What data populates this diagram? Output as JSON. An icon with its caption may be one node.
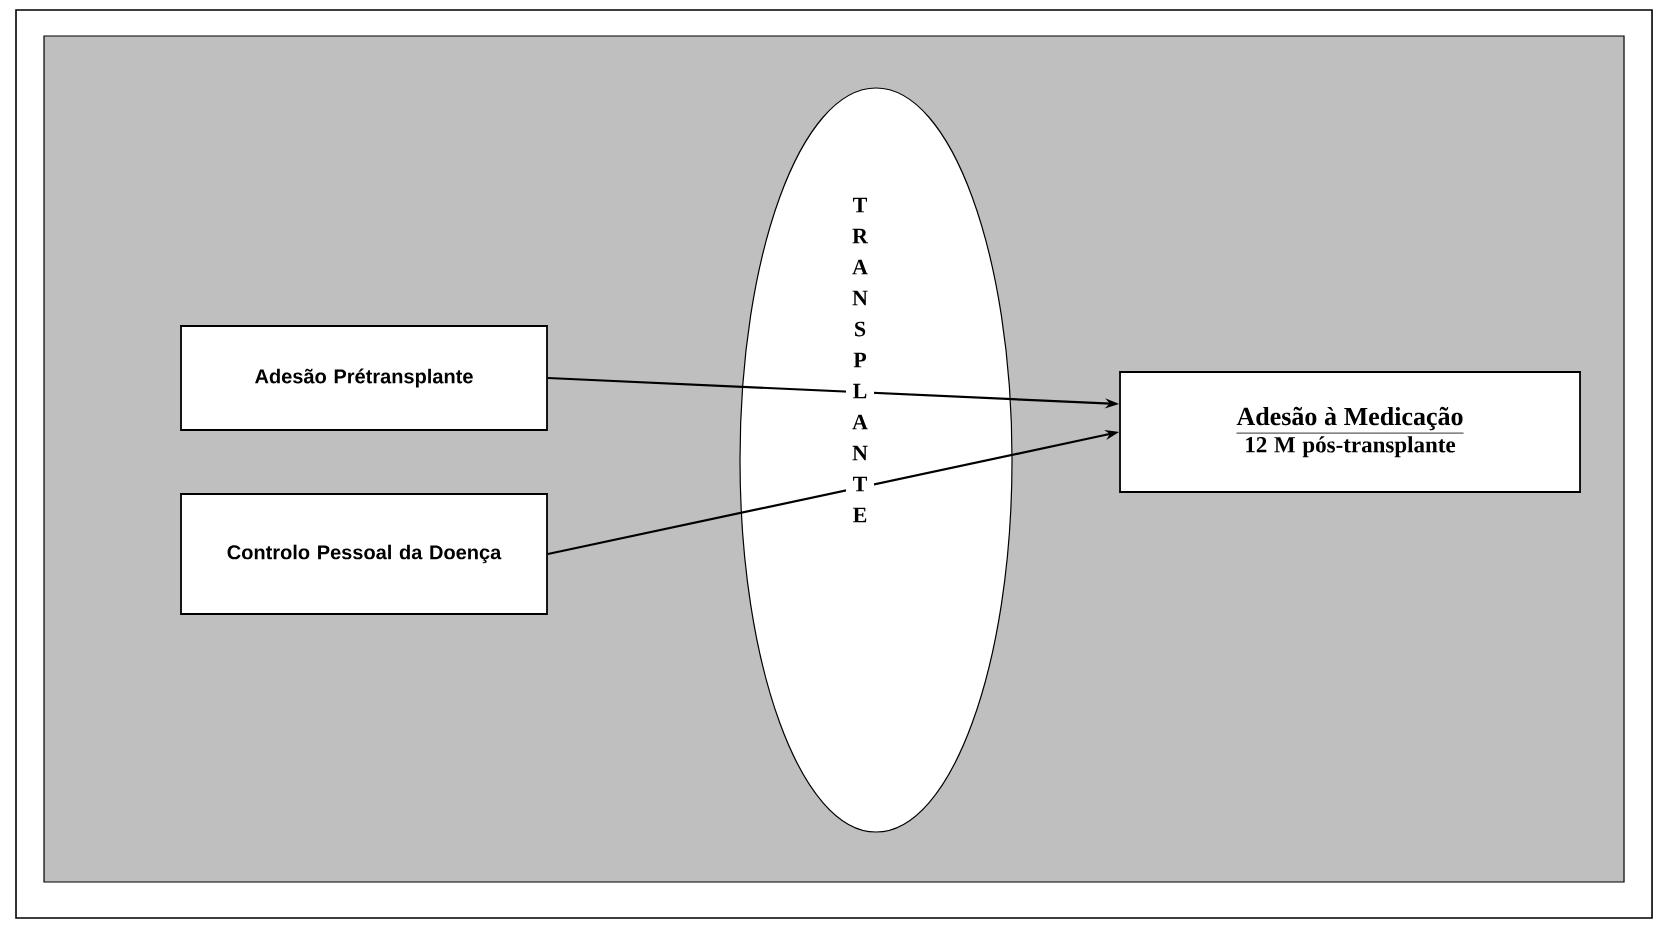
{
  "diagram": {
    "nodes": [
      {
        "text": [
          "Adesão Prétransplante"
        ]
      },
      {
        "text": [
          "Controlo Pessoal da Doença"
        ]
      },
      {
        "text": [
          "Adesão à Medicação",
          "12 M pós-transplante"
        ]
      }
    ],
    "edges": [
      {
        "from": 0,
        "to": 2,
        "arrow": "to"
      },
      {
        "from": 1,
        "to": 2,
        "arrow": "to"
      }
    ],
    "labels": [
      "TRANSPLANTE"
    ]
  }
}
